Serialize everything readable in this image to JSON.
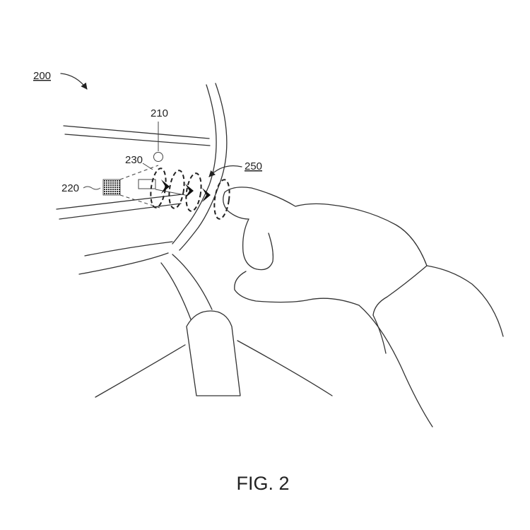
{
  "figure": {
    "caption": "FIG. 2",
    "labels": {
      "system": "200",
      "sensor": "210",
      "projector": "220",
      "display": "230",
      "gesture": "250"
    }
  }
}
